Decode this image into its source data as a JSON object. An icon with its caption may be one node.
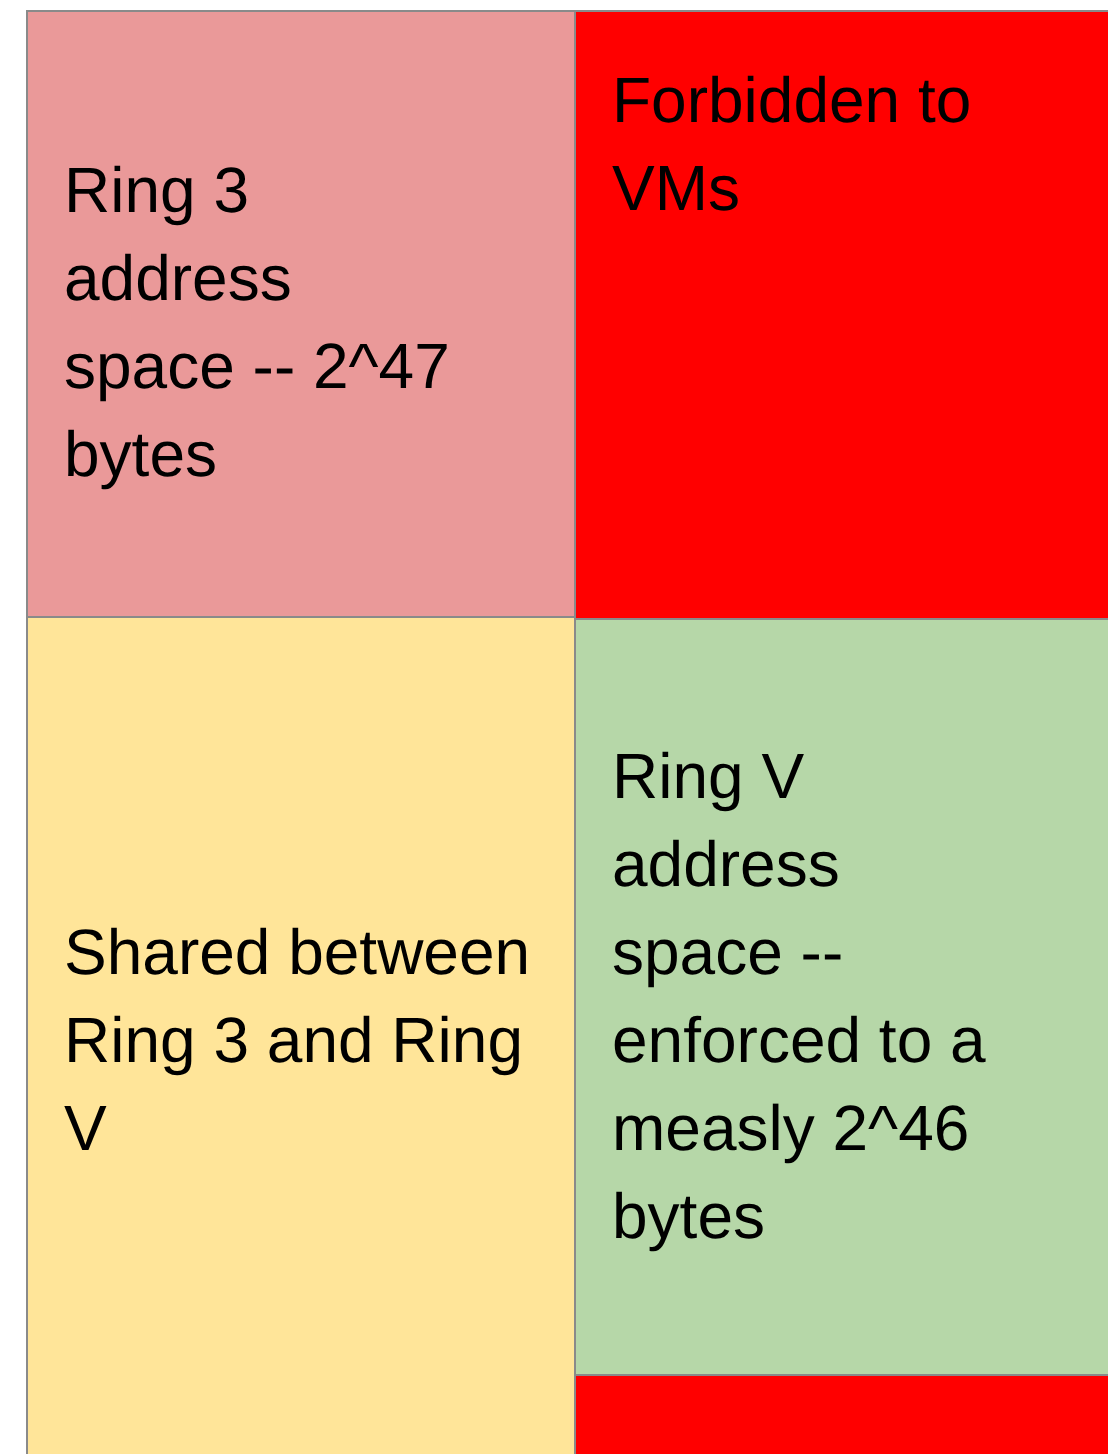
{
  "diagram": {
    "nodes": [
      {
        "text": [
          "Ring 3 address space -- 2^47 bytes"
        ]
      },
      {
        "text": [
          "Forbidden to VMs"
        ]
      },
      {
        "text": [
          "Shared between Ring 3 and Ring V"
        ]
      },
      {
        "text": [
          "Ring V address space -- enforced to a measly 2^46 bytes"
        ]
      },
      {
        "text": [],
        "shape": "box"
      }
    ]
  }
}
